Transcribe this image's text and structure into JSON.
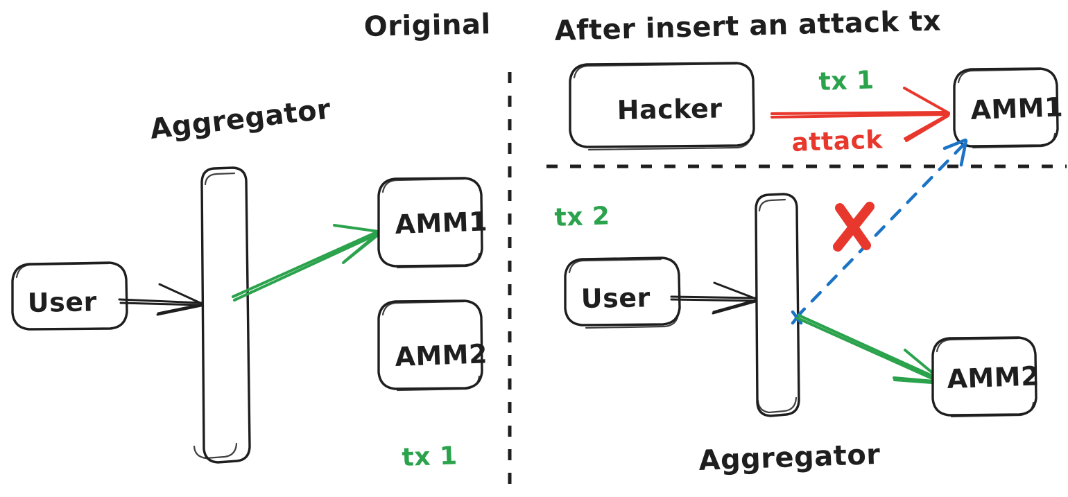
{
  "diagram": {
    "title_left": "Original",
    "title_right": "After insert an attack tx",
    "background_color": "#ffffff",
    "ink_color": "#1e1e1e",
    "accent_green": "#2ba24c",
    "accent_red": "#e8372c",
    "accent_blue": "#1a73c4"
  },
  "left_panel": {
    "heading": "Original",
    "nodes": {
      "user": "User",
      "aggregator_label": "Aggregator",
      "amm1": "AMM1",
      "amm2": "AMM2"
    },
    "annotations": {
      "tx1": "tx 1"
    }
  },
  "right_panel": {
    "heading": "After insert an attack tx",
    "nodes": {
      "hacker": "Hacker",
      "amm1": "AMM1",
      "user": "User",
      "aggregator_label": "Aggregator",
      "amm2": "AMM2"
    },
    "annotations": {
      "tx1": "tx 1",
      "attack": "attack",
      "tx2": "tx 2",
      "blocked_marker": "X"
    }
  }
}
